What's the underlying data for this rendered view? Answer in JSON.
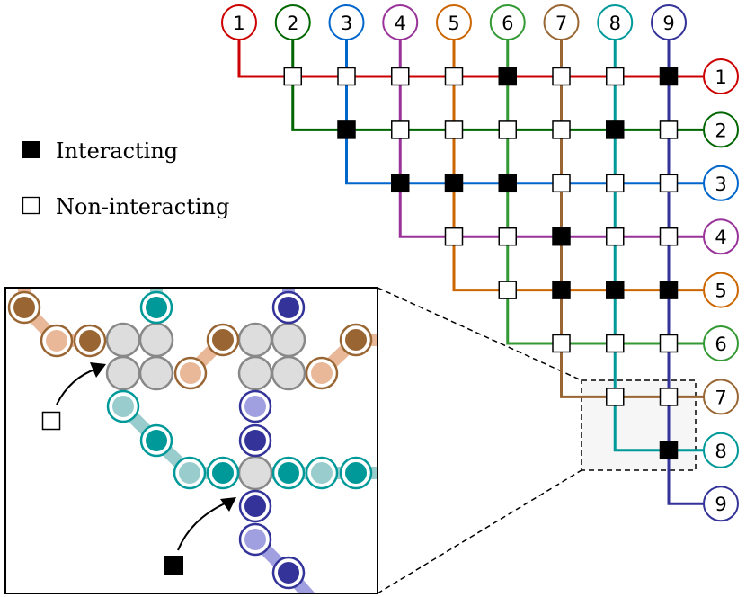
{
  "legend": {
    "interacting": "Interacting",
    "non_interacting": "Non-interacting"
  },
  "colors": {
    "1": "#cc0000",
    "2": "#006600",
    "3": "#0066cc",
    "4": "#993399",
    "5": "#cc6600",
    "6": "#339933",
    "7": "#996633",
    "8": "#009999",
    "9": "#333399",
    "interacting": "#000000",
    "non_interacting": "#ffffff",
    "inset_background": "#f6f6f6",
    "gray_node_fill": "#dddddd",
    "gray_node_stroke": "#888888",
    "brown_dark": "#996633",
    "brown_light": "#e8b898",
    "teal_dark": "#009999",
    "teal_light": "#99cccc",
    "navy_dark": "#333399",
    "navy_light": "#a0a0e0"
  },
  "columns": [
    {
      "label": "1",
      "color_key": "1"
    },
    {
      "label": "2",
      "color_key": "2"
    },
    {
      "label": "3",
      "color_key": "3"
    },
    {
      "label": "4",
      "color_key": "4"
    },
    {
      "label": "5",
      "color_key": "5"
    },
    {
      "label": "6",
      "color_key": "6"
    },
    {
      "label": "7",
      "color_key": "7"
    },
    {
      "label": "8",
      "color_key": "8"
    },
    {
      "label": "9",
      "color_key": "9"
    }
  ],
  "rows": [
    {
      "label": "1",
      "color_key": "1"
    },
    {
      "label": "2",
      "color_key": "2"
    },
    {
      "label": "3",
      "color_key": "3"
    },
    {
      "label": "4",
      "color_key": "4"
    },
    {
      "label": "5",
      "color_key": "5"
    },
    {
      "label": "6",
      "color_key": "6"
    },
    {
      "label": "7",
      "color_key": "7"
    },
    {
      "label": "8",
      "color_key": "8"
    },
    {
      "label": "9",
      "color_key": "9"
    }
  ],
  "interactions": [
    {
      "row": 1,
      "col": 2,
      "interacting": false
    },
    {
      "row": 1,
      "col": 3,
      "interacting": false
    },
    {
      "row": 1,
      "col": 4,
      "interacting": false
    },
    {
      "row": 1,
      "col": 5,
      "interacting": false
    },
    {
      "row": 1,
      "col": 6,
      "interacting": true
    },
    {
      "row": 1,
      "col": 7,
      "interacting": false
    },
    {
      "row": 1,
      "col": 8,
      "interacting": false
    },
    {
      "row": 1,
      "col": 9,
      "interacting": true
    },
    {
      "row": 2,
      "col": 3,
      "interacting": true
    },
    {
      "row": 2,
      "col": 4,
      "interacting": false
    },
    {
      "row": 2,
      "col": 5,
      "interacting": false
    },
    {
      "row": 2,
      "col": 6,
      "interacting": false
    },
    {
      "row": 2,
      "col": 7,
      "interacting": false
    },
    {
      "row": 2,
      "col": 8,
      "interacting": true
    },
    {
      "row": 2,
      "col": 9,
      "interacting": false
    },
    {
      "row": 3,
      "col": 4,
      "interacting": true
    },
    {
      "row": 3,
      "col": 5,
      "interacting": true
    },
    {
      "row": 3,
      "col": 6,
      "interacting": true
    },
    {
      "row": 3,
      "col": 7,
      "interacting": false
    },
    {
      "row": 3,
      "col": 8,
      "interacting": false
    },
    {
      "row": 3,
      "col": 9,
      "interacting": false
    },
    {
      "row": 4,
      "col": 5,
      "interacting": false
    },
    {
      "row": 4,
      "col": 6,
      "interacting": false
    },
    {
      "row": 4,
      "col": 7,
      "interacting": true
    },
    {
      "row": 4,
      "col": 8,
      "interacting": false
    },
    {
      "row": 4,
      "col": 9,
      "interacting": false
    },
    {
      "row": 5,
      "col": 6,
      "interacting": false
    },
    {
      "row": 5,
      "col": 7,
      "interacting": true
    },
    {
      "row": 5,
      "col": 8,
      "interacting": true
    },
    {
      "row": 5,
      "col": 9,
      "interacting": true
    },
    {
      "row": 6,
      "col": 7,
      "interacting": false
    },
    {
      "row": 6,
      "col": 8,
      "interacting": false
    },
    {
      "row": 6,
      "col": 9,
      "interacting": false
    },
    {
      "row": 7,
      "col": 8,
      "interacting": false
    },
    {
      "row": 7,
      "col": 9,
      "interacting": false
    },
    {
      "row": 8,
      "col": 9,
      "interacting": true
    }
  ],
  "inset": {
    "zoomed_region": {
      "rows": [
        7,
        8
      ],
      "cols": [
        8,
        9
      ]
    },
    "pointer_non_interacting": "non-interacting",
    "pointer_interacting": "interacting"
  }
}
